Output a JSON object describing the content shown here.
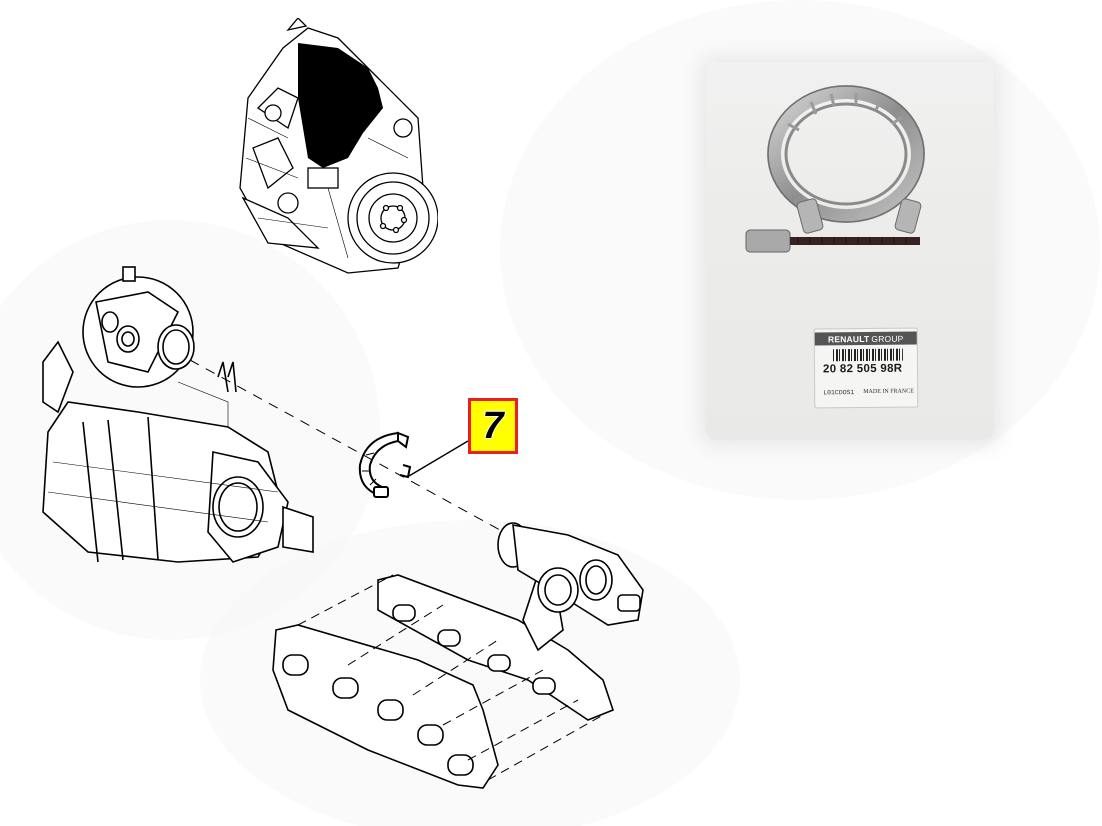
{
  "diagram": {
    "type": "exploded-parts-view",
    "components": [
      {
        "id": "engine",
        "label": "engine-assembly-overview"
      },
      {
        "id": "dpf",
        "label": "particulate-filter-catalyst"
      },
      {
        "id": "clamp",
        "label": "exhaust-clamp",
        "callout": "7"
      },
      {
        "id": "turbo",
        "label": "turbocharger"
      },
      {
        "id": "manifold",
        "label": "exhaust-manifold"
      },
      {
        "id": "gasket",
        "label": "manifold-gasket"
      }
    ],
    "callout": {
      "number": "7",
      "fill_color": "#ffff00",
      "border_color": "#ee1c25"
    }
  },
  "product_photo": {
    "label": {
      "brand_bold": "RENAULT",
      "brand_light": "GROUP",
      "part_number": "20 82 505 98R",
      "code": "L01CDOS1",
      "origin": "MADE IN FRANCE"
    }
  }
}
